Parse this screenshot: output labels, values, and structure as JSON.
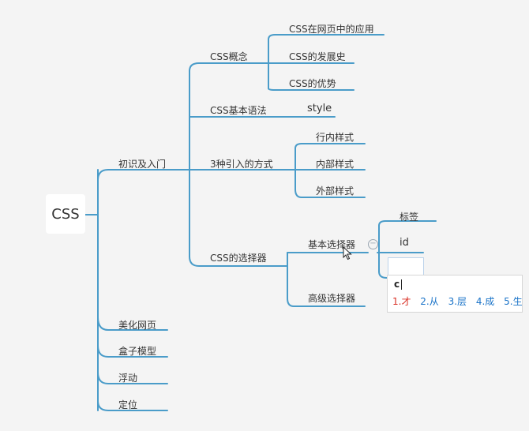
{
  "root": {
    "label": "CSS"
  },
  "branch1": {
    "label": "初识及入门"
  },
  "branch2": {
    "label": "美化网页"
  },
  "branch3": {
    "label": "盒子模型"
  },
  "branch4": {
    "label": "浮动"
  },
  "branch5": {
    "label": "定位"
  },
  "concept": {
    "label": "CSS概念",
    "children": [
      "CSS在网页中的应用",
      "CSS的发展史",
      "CSS的优势"
    ]
  },
  "syntax": {
    "label": "CSS基本语法",
    "child": "style"
  },
  "intro": {
    "label": "3种引入的方式",
    "children": [
      "行内样式",
      "内部样式",
      "外部样式"
    ]
  },
  "selector": {
    "label": "CSS的选择器",
    "basic": {
      "label": "基本选择器",
      "children": [
        "标签",
        "id"
      ]
    },
    "advanced": {
      "label": "高级选择器"
    }
  },
  "ime": {
    "composing": "c",
    "candidates": [
      "1.才",
      "2.从",
      "3.层",
      "4.成",
      "5.生"
    ]
  },
  "colors": {
    "line": "#4a9cc9",
    "background": "#f4f4f4"
  },
  "icons": [
    "collapse-icon",
    "mouse-cursor-icon"
  ]
}
